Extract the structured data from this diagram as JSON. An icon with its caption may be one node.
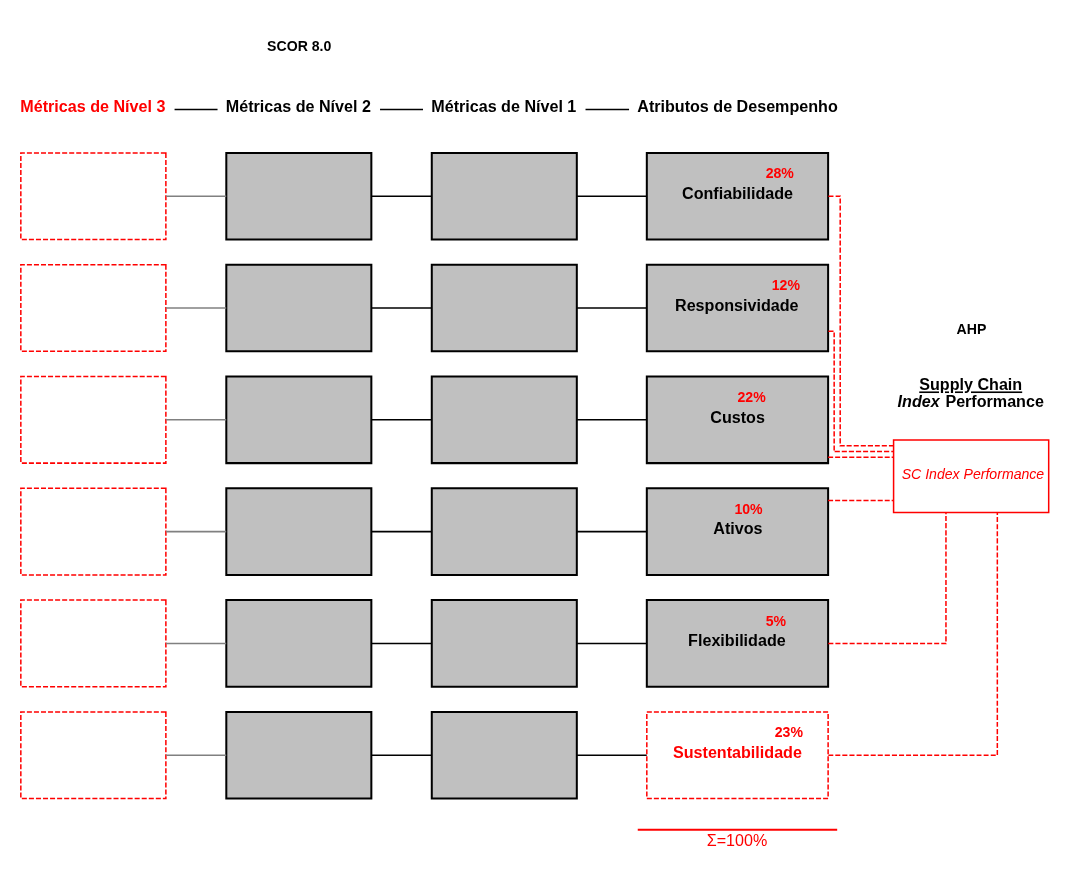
{
  "diagram": {
    "nodes": [
      {
        "text": [
          "Métricas de Nível 3"
        ]
      },
      {
        "text": [
          "Métricas de Nível 2"
        ]
      },
      {
        "text": [
          "Métricas de Nível 1"
        ]
      },
      {
        "text": [
          "Atributos de Desempenho"
        ]
      },
      {
        "text": [],
        "shape": "box"
      },
      {
        "text": [],
        "shape": "box"
      },
      {
        "text": [],
        "shape": "box"
      },
      {
        "text": [
          "28%",
          "Confiabilidade"
        ]
      },
      {
        "text": [],
        "shape": "box"
      },
      {
        "text": [],
        "shape": "box"
      },
      {
        "text": [],
        "shape": "box"
      },
      {
        "text": [
          "12%",
          "Responsividade"
        ]
      },
      {
        "text": [],
        "shape": "box"
      },
      {
        "text": [],
        "shape": "box"
      },
      {
        "text": [],
        "shape": "box"
      },
      {
        "text": [
          "22%",
          "Custos"
        ]
      },
      {
        "text": [],
        "shape": "box"
      },
      {
        "text": [],
        "shape": "box"
      },
      {
        "text": [],
        "shape": "box"
      },
      {
        "text": [
          "10%",
          "Ativos"
        ]
      },
      {
        "text": [],
        "shape": "box"
      },
      {
        "text": [],
        "shape": "box"
      },
      {
        "text": [],
        "shape": "box"
      },
      {
        "text": [
          "5%",
          "Flexibilidade"
        ]
      },
      {
        "text": [],
        "shape": "box"
      },
      {
        "text": [],
        "shape": "box"
      },
      {
        "text": [],
        "shape": "box"
      },
      {
        "text": [
          "23%",
          "Sustentabilidade"
        ]
      },
      {
        "text": [
          "SC Index Performance"
        ]
      }
    ],
    "edges": [
      {
        "from": 0,
        "to": 1,
        "arrow": "none"
      },
      {
        "from": 1,
        "to": 2,
        "arrow": "none"
      },
      {
        "from": 2,
        "to": 3,
        "arrow": "none"
      },
      {
        "from": 4,
        "to": 5,
        "arrow": "none",
        "color": "#808080"
      },
      {
        "from": 5,
        "to": 6,
        "arrow": "none"
      },
      {
        "from": 6,
        "to": 7,
        "arrow": "none"
      },
      {
        "from": 8,
        "to": 9,
        "arrow": "none",
        "color": "#808080"
      },
      {
        "from": 9,
        "to": 10,
        "arrow": "none"
      },
      {
        "from": 10,
        "to": 11,
        "arrow": "none"
      },
      {
        "from": 12,
        "to": 13,
        "arrow": "none",
        "color": "#808080"
      },
      {
        "from": 13,
        "to": 14,
        "arrow": "none"
      },
      {
        "from": 14,
        "to": 15,
        "arrow": "none"
      },
      {
        "from": 16,
        "to": 17,
        "arrow": "none",
        "color": "#808080"
      },
      {
        "from": 17,
        "to": 18,
        "arrow": "none"
      },
      {
        "from": 18,
        "to": 19,
        "arrow": "none"
      },
      {
        "from": 20,
        "to": 21,
        "arrow": "none",
        "color": "#808080"
      },
      {
        "from": 21,
        "to": 22,
        "arrow": "none"
      },
      {
        "from": 22,
        "to": 23,
        "arrow": "none"
      },
      {
        "from": 24,
        "to": 25,
        "arrow": "none",
        "color": "#808080"
      },
      {
        "from": 25,
        "to": 26,
        "arrow": "none"
      },
      {
        "from": 26,
        "to": 27,
        "arrow": "none"
      },
      {
        "from": 7,
        "to": 28,
        "arrow": "none",
        "style": "dashed",
        "color": "#ff0000"
      },
      {
        "from": 11,
        "to": 28,
        "arrow": "none",
        "style": "dashed",
        "color": "#ff0000"
      },
      {
        "from": 15,
        "to": 28,
        "arrow": "none",
        "style": "dashed",
        "color": "#ff0000"
      },
      {
        "from": 19,
        "to": 28,
        "arrow": "none",
        "style": "dashed",
        "color": "#ff0000"
      },
      {
        "from": 23,
        "to": 28,
        "arrow": "none",
        "style": "dashed",
        "color": "#ff0000"
      },
      {
        "from": 27,
        "to": 28,
        "arrow": "none",
        "style": "dashed",
        "color": "#ff0000"
      }
    ],
    "labels": [
      "SCOR 8.0",
      "AHP",
      "Supply Chain *Index* Performance",
      "Σ=100%"
    ]
  }
}
